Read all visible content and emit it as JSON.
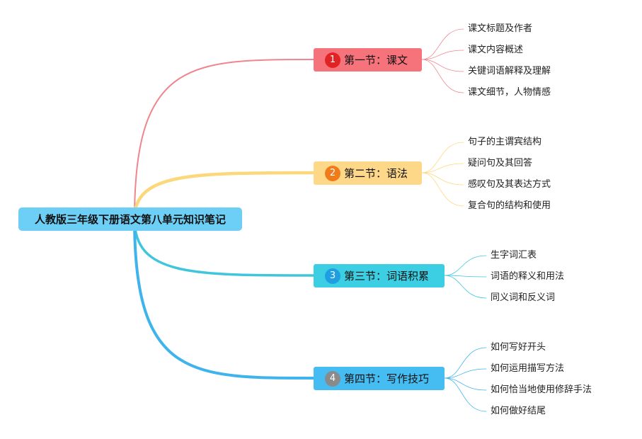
{
  "root": {
    "title": "人教版三年级下册语文第八单元知识笔记"
  },
  "sections": [
    {
      "badge": "1",
      "title": "第一节：课文",
      "color": "#f6737c",
      "badge_color": "#e02424",
      "line_color": "#ef858d",
      "items": [
        "课文标题及作者",
        "课文内容概述",
        "关键词语解释及理解",
        "课文细节，人物情感"
      ]
    },
    {
      "badge": "2",
      "title": "第二节：语法",
      "color": "#fdd888",
      "badge_color": "#f07b1a",
      "line_color": "#fbd87c",
      "items": [
        "句子的主谓宾结构",
        "疑问句及其回答",
        "感叹句及其表达方式",
        "复合句的结构和使用"
      ]
    },
    {
      "badge": "3",
      "title": "第三节：词语积累",
      "color": "#3ccfe3",
      "badge_color": "#1f9ee2",
      "line_color": "#3fc6dc",
      "items": [
        "生字词汇表",
        "词语的释义和用法",
        "同义词和反义词"
      ]
    },
    {
      "badge": "4",
      "title": "第四节：写作技巧",
      "color": "#45bdf2",
      "badge_color": "#8a8a8a",
      "line_color": "#3eb3ec",
      "items": [
        "如何写好开头",
        "如何运用描写方法",
        "如何恰当地使用修辞手法",
        "如何做好结尾"
      ]
    }
  ]
}
